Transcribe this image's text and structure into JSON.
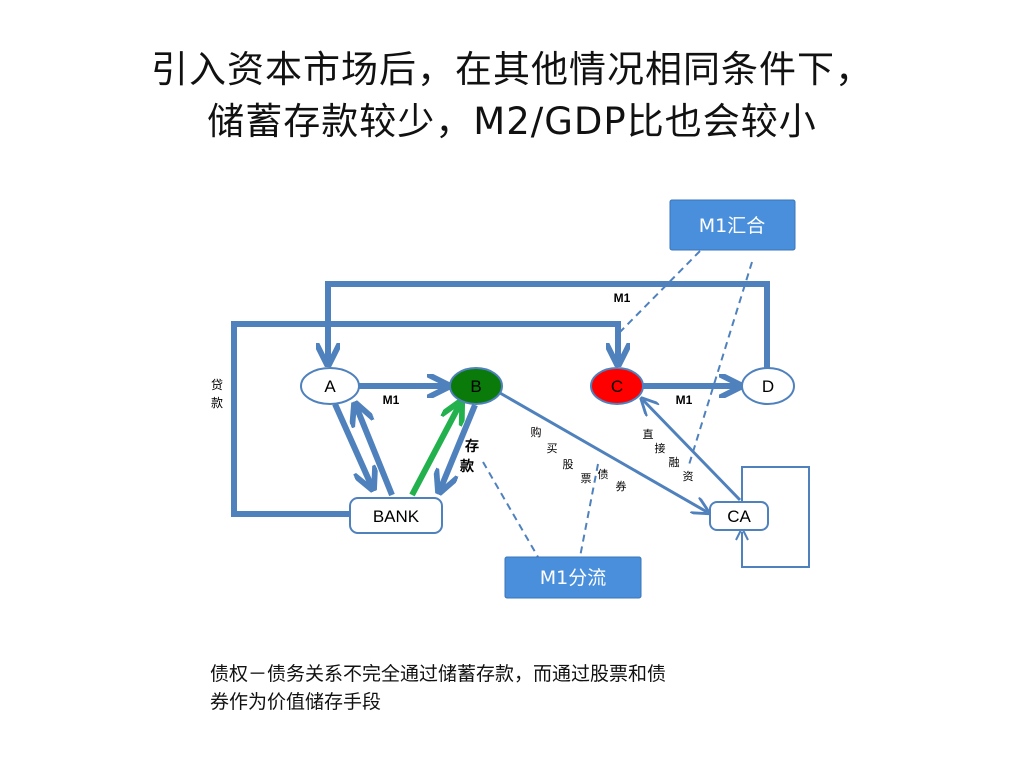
{
  "title": {
    "line1": "引入资本市场后，在其他情况相同条件下，",
    "line2": "储蓄存款较少，M2/GDP比也会较小"
  },
  "nodes": {
    "a": "A",
    "b": "B",
    "c": "C",
    "d": "D",
    "bank": "BANK",
    "ca": "CA"
  },
  "callouts": {
    "m1_merge": "M1汇合",
    "m1_split": "M1分流"
  },
  "labels": {
    "m1_top": "M1",
    "m1_ab": "M1",
    "m1_cd": "M1",
    "loan_1": "贷",
    "loan_2": "款",
    "deposit_1": "存",
    "deposit_2": "款",
    "buy": [
      "购",
      "买",
      "股",
      "票",
      "债",
      "券"
    ],
    "direct": [
      "直",
      "接",
      "融",
      "资"
    ]
  },
  "footer": {
    "line1": "债权－债务关系不完全通过储蓄存款，而通过股票和债",
    "line2": "券作为价值储存手段"
  },
  "colors": {
    "arrow_blue": "#4f81bd",
    "callout_blue": "#4a8fdc",
    "node_green": "#0a7a0a",
    "node_red": "#ff0000",
    "deposit_green": "#22b14c"
  }
}
